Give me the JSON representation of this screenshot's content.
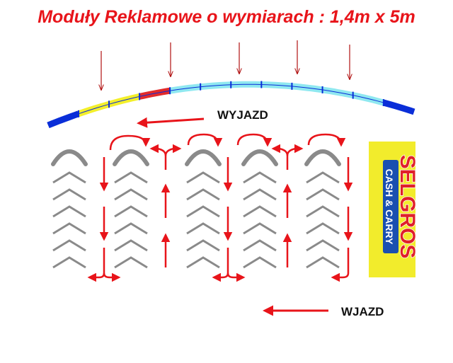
{
  "title": "Moduły Reklamowe o wymiarach : 1,4m x 5m",
  "exit_label": "WYJAZD",
  "entry_label": "WJAZD",
  "store": {
    "name": "SELGROS",
    "tagline": "CASH & CARRY"
  },
  "billboard_segments": [
    {
      "color": "#0a2ed8"
    },
    {
      "color": "#f3ef2a"
    },
    {
      "color": "#f3ef2a"
    },
    {
      "color": "#e22a2a"
    },
    {
      "color": "#8fe8f0"
    },
    {
      "color": "#8fe8f0"
    },
    {
      "color": "#8fe8f0"
    },
    {
      "color": "#8fe8f0"
    },
    {
      "color": "#8fe8f0"
    },
    {
      "color": "#8fe8f0"
    },
    {
      "color": "#8fe8f0"
    },
    {
      "color": "#0a2ed8"
    }
  ],
  "parking_rows": 5,
  "colors": {
    "title": "#e8141a",
    "arrows": "#e8141a",
    "chevrons": "#8a8a8a",
    "store_panel": "#f2ec2c",
    "store_red": "#e0202a",
    "store_blue": "#1a4fb0"
  }
}
